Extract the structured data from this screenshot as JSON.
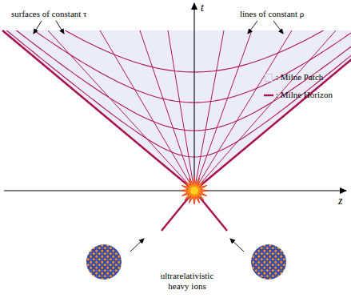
{
  "diagram": {
    "labels": [
      "t",
      "z",
      "surfaces of constant τ",
      "lines of constant ρ",
      "ultrarelativistic heavy ions"
    ],
    "legend": [
      {
        "text": ": Milne Patch",
        "color": "#ecebf8"
      },
      {
        "text": ": Milne Horizon"
      }
    ]
  }
}
